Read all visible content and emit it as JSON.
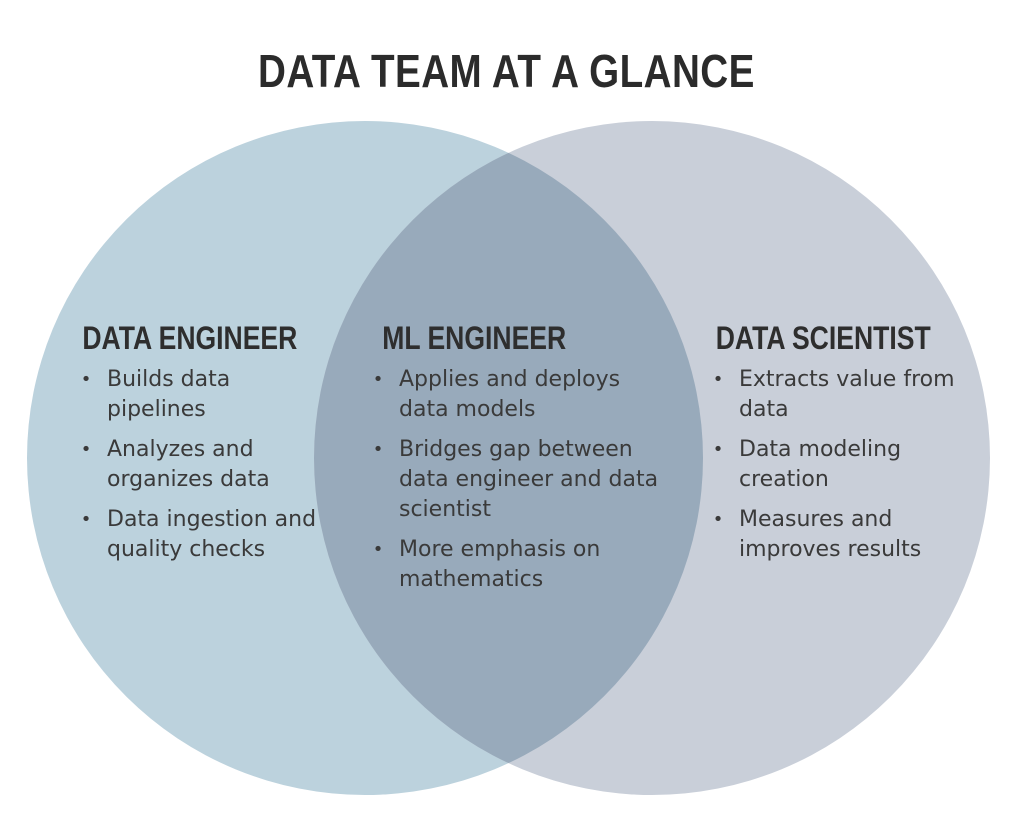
{
  "title": "DATA TEAM AT A GLANCE",
  "colors": {
    "left_circle": "#bcd2dd",
    "right_circle": "#c9cfd9",
    "overlap": "#98aabb",
    "text": "#333333"
  },
  "sections": {
    "data_engineer": {
      "heading": "DATA ENGINEER",
      "items": [
        "Builds data pipelines",
        "Analyzes and organizes data",
        "Data ingestion and quality checks"
      ]
    },
    "ml_engineer": {
      "heading": "ML ENGINEER",
      "items": [
        "Applies and deploys data models",
        "Bridges gap between data engineer and data scientist",
        "More emphasis on mathematics"
      ]
    },
    "data_scientist": {
      "heading": "DATA SCIENTIST",
      "items": [
        "Extracts value from data",
        "Data modeling creation",
        "Measures and improves results"
      ]
    }
  }
}
